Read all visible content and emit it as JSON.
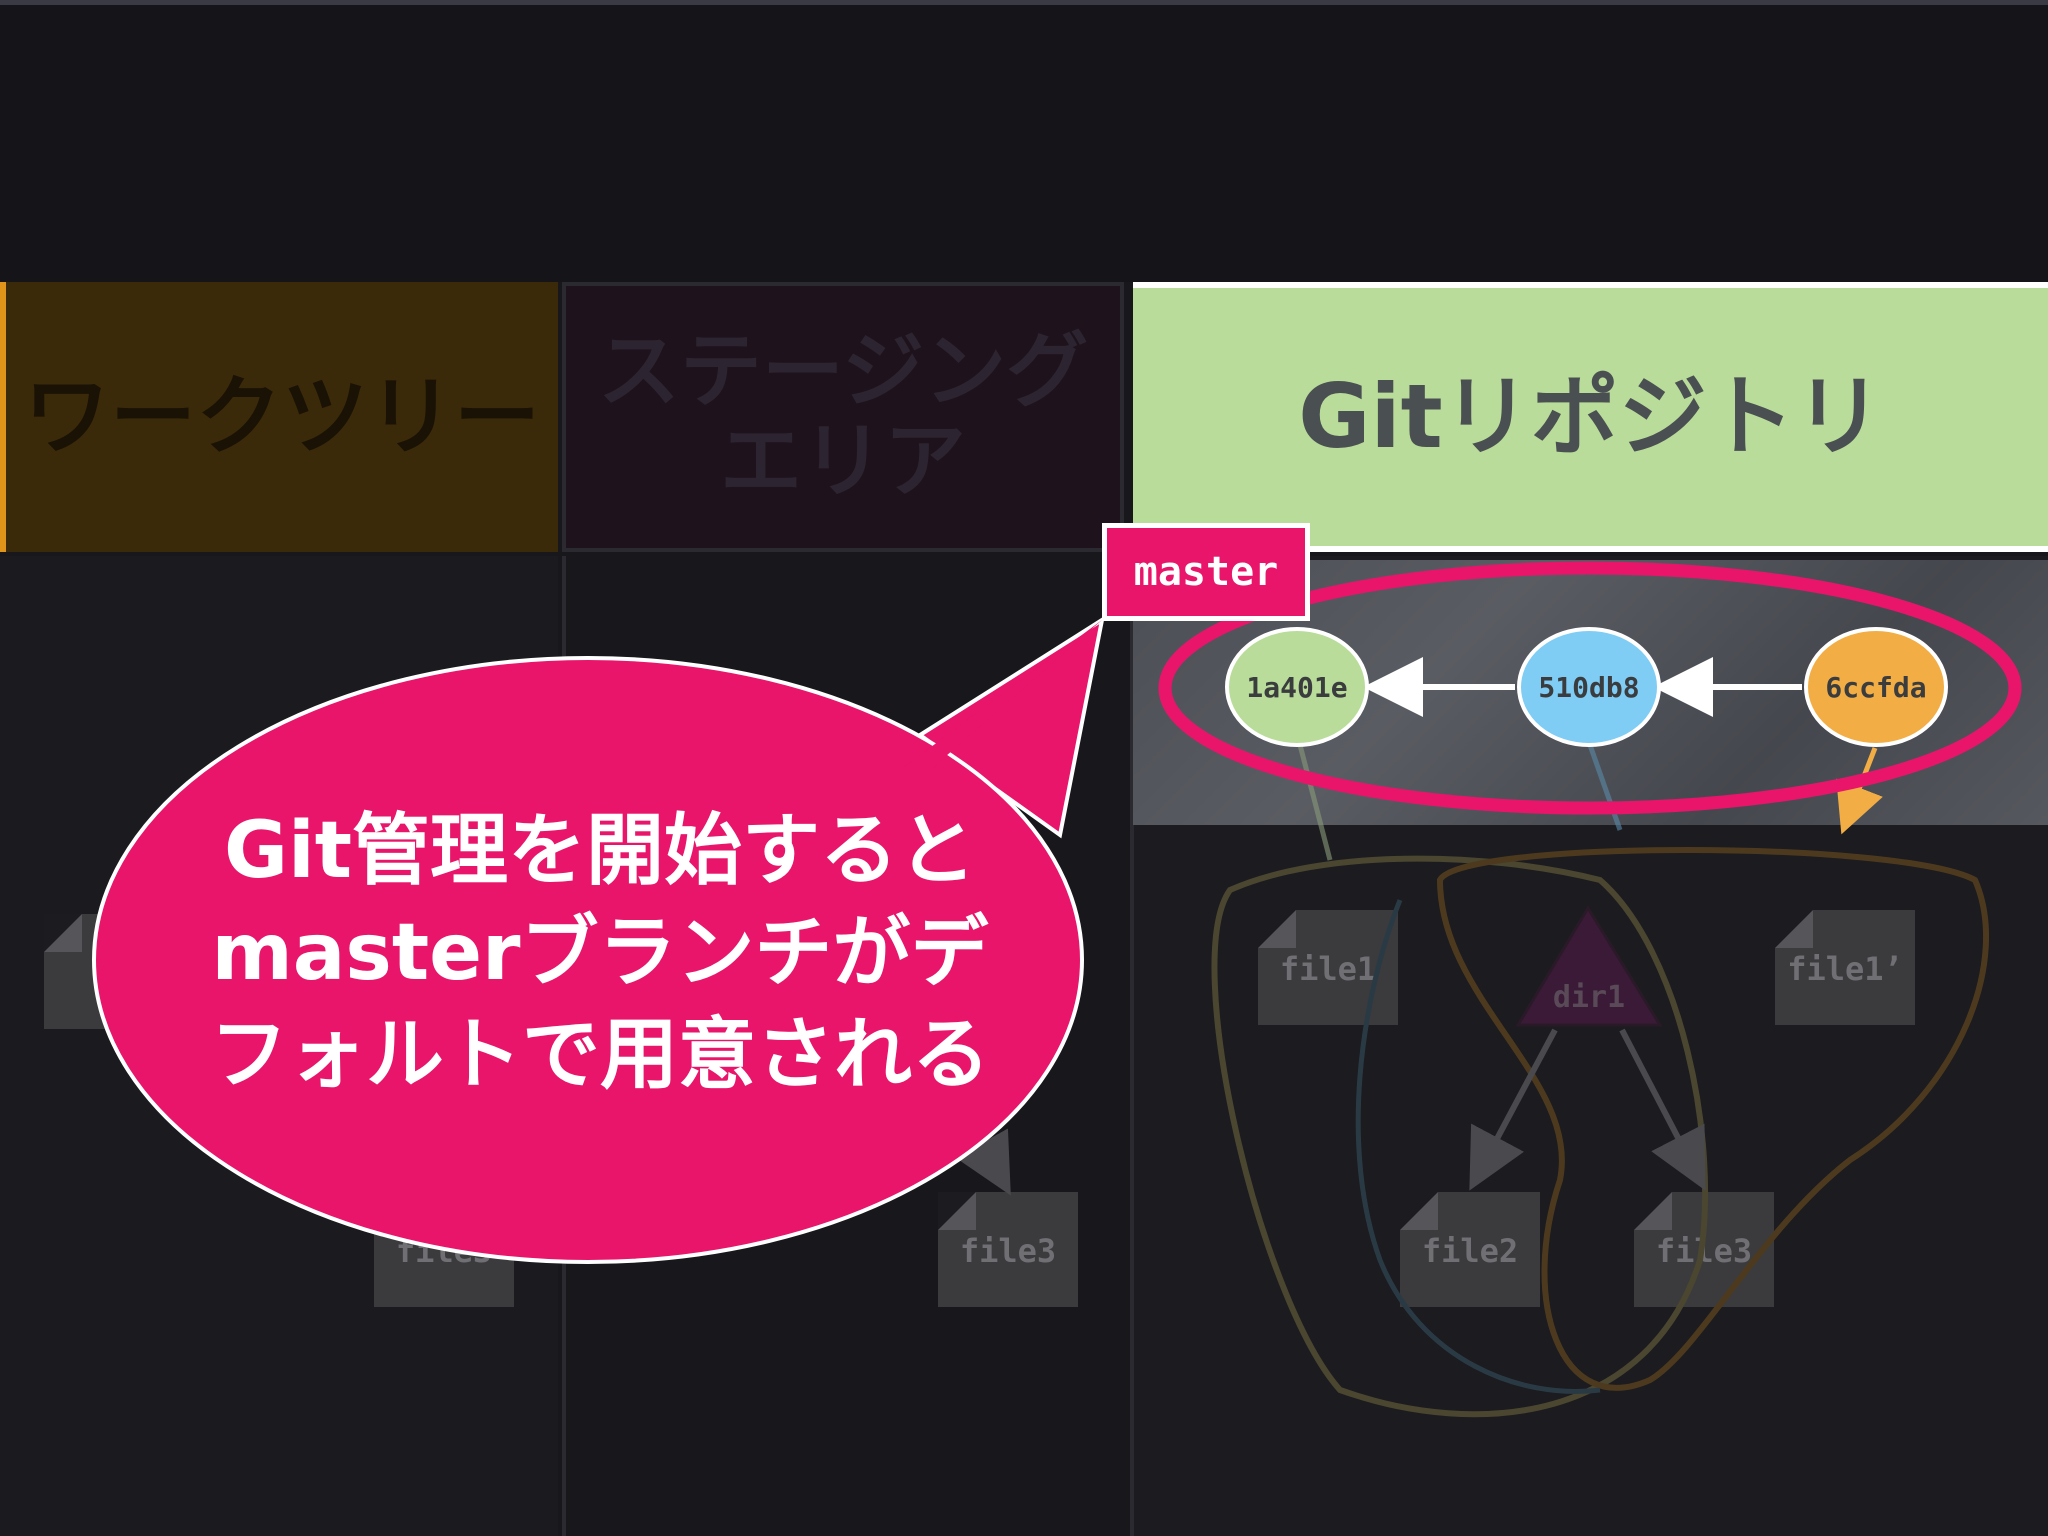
{
  "headers": {
    "worktree": "ワークツリー",
    "staging_line1": "ステージング",
    "staging_line2": "エリア",
    "repository": "Gitリポジトリ"
  },
  "commits": [
    {
      "id": "1a401e",
      "color": "#b9dc9a"
    },
    {
      "id": "510db8",
      "color": "#7fccf5"
    },
    {
      "id": "6ccfda",
      "color": "#f2ad45"
    }
  ],
  "tree": {
    "dir": "dir1",
    "files": [
      "file1",
      "file2",
      "file3",
      "file1’"
    ]
  },
  "worktree_files": [
    "fi",
    "file3"
  ],
  "staging_files": [
    "file3"
  ],
  "branch": {
    "label": "master",
    "color": "#e8156b"
  },
  "callout": {
    "line1": "Git管理を開始すると",
    "line2": "masterブランチがデ",
    "line3": "フォルトで用意される",
    "color": "#e8156b"
  }
}
